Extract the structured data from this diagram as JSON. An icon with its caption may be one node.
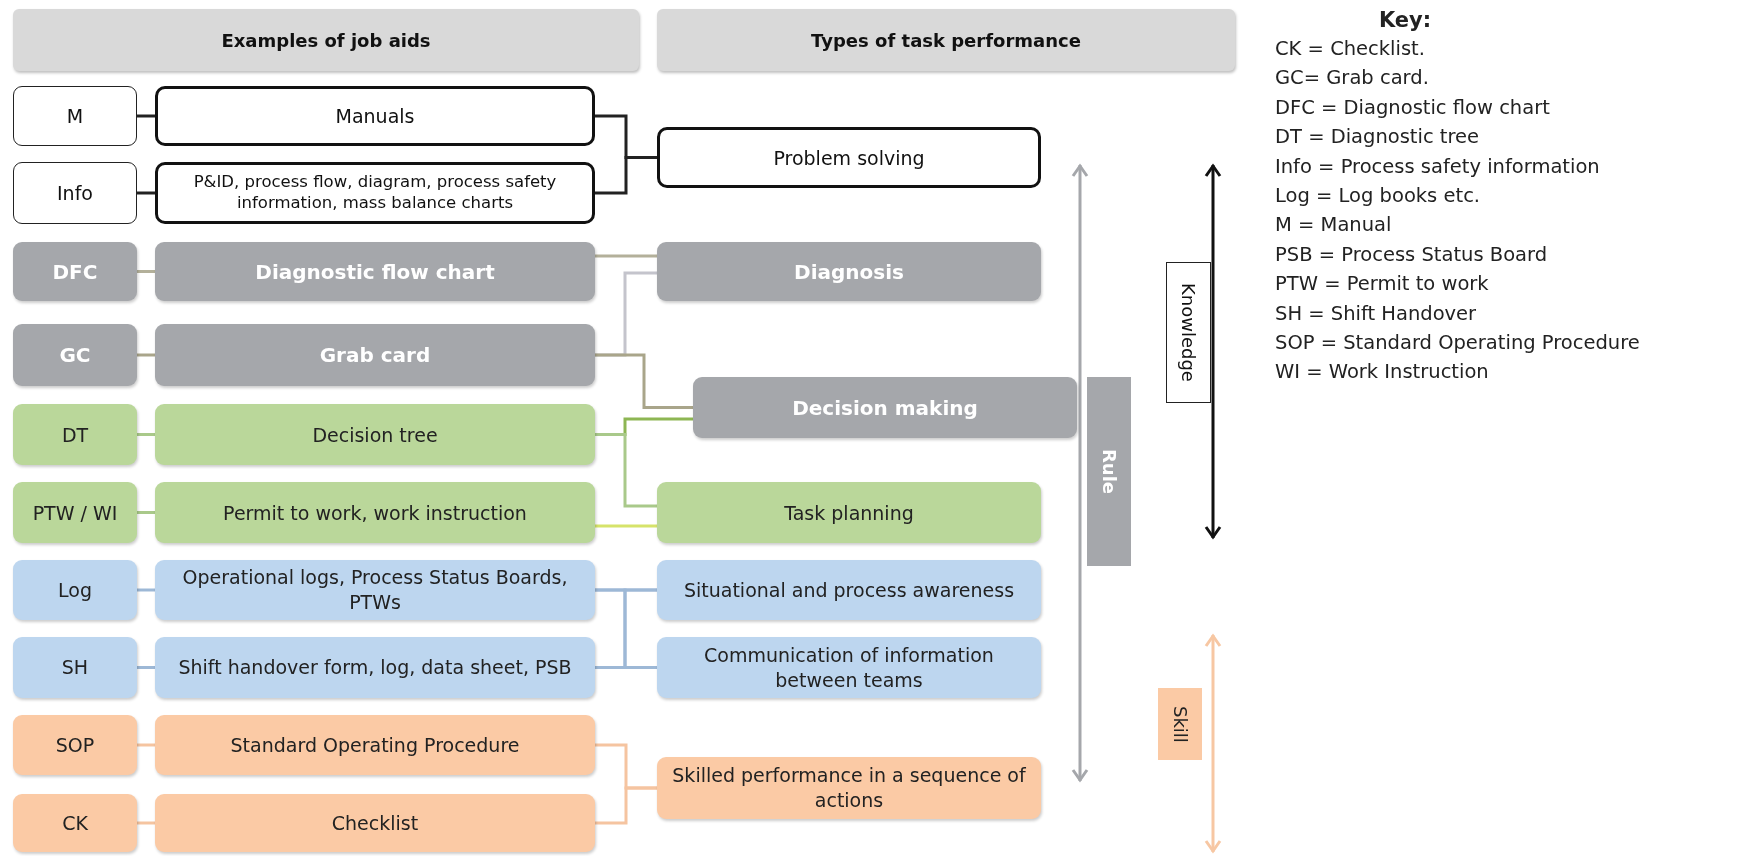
{
  "diagram": {
    "nodes": [
      {
        "text": [
          "Examples of job aids"
        ]
      },
      {
        "text": [
          "Types of task performance"
        ]
      },
      {
        "text": [
          "M"
        ]
      },
      {
        "text": [
          "Manuals"
        ]
      },
      {
        "text": [
          "Info"
        ]
      },
      {
        "text": [
          "P&ID, process flow, diagram, process safety information, mass balance charts"
        ]
      },
      {
        "text": [
          "Problem solving"
        ]
      },
      {
        "text": [
          "DFC"
        ]
      },
      {
        "text": [
          "Diagnostic flow chart"
        ]
      },
      {
        "text": [
          "Diagnosis"
        ]
      },
      {
        "text": [
          "GC"
        ]
      },
      {
        "text": [
          "Grab card"
        ]
      },
      {
        "text": [
          "Decision making"
        ]
      },
      {
        "text": [
          "DT"
        ]
      },
      {
        "text": [
          "Decision tree"
        ]
      },
      {
        "text": [
          "PTW / WI"
        ]
      },
      {
        "text": [
          "Permit to work, work instruction"
        ]
      },
      {
        "text": [
          "Task planning"
        ]
      },
      {
        "text": [
          "Log"
        ]
      },
      {
        "text": [
          "Operational logs, Process Status Boards, PTWs"
        ]
      },
      {
        "text": [
          "Situational and process awareness"
        ]
      },
      {
        "text": [
          "SH"
        ]
      },
      {
        "text": [
          "Shift handover form, log, data sheet, PSB"
        ]
      },
      {
        "text": [
          "Communication of information between teams"
        ]
      },
      {
        "text": [
          "SOP"
        ]
      },
      {
        "text": [
          "Standard Operating Procedure"
        ]
      },
      {
        "text": [
          "Skilled performance in a sequence of actions"
        ]
      },
      {
        "text": [
          "CK"
        ]
      },
      {
        "text": [
          "Checklist"
        ]
      },
      {
        "text": [
          "Knowledge"
        ]
      },
      {
        "text": [
          "Rule"
        ]
      },
      {
        "text": [
          "Skill"
        ]
      }
    ],
    "edges": [
      {
        "from": 2,
        "to": 3,
        "arrow": "none",
        "color": "#222222"
      },
      {
        "from": 4,
        "to": 5,
        "arrow": "none",
        "color": "#222222"
      },
      {
        "from": 3,
        "to": 6,
        "arrow": "none",
        "color": "#222222"
      },
      {
        "from": 5,
        "to": 6,
        "arrow": "none",
        "color": "#222222"
      },
      {
        "from": 7,
        "to": 8,
        "arrow": "none",
        "color": "#b3b09a"
      },
      {
        "from": 8,
        "to": 9,
        "arrow": "none",
        "color": "#b3b09a"
      },
      {
        "from": 10,
        "to": 11,
        "arrow": "none",
        "color": "#a9a58a"
      },
      {
        "from": 11,
        "to": 9,
        "arrow": "none",
        "color": "#c4c4cc"
      },
      {
        "from": 11,
        "to": 12,
        "arrow": "none",
        "color": "#a9a58a"
      },
      {
        "from": 13,
        "to": 14,
        "arrow": "none",
        "color": "#a9c98a"
      },
      {
        "from": 14,
        "to": 12,
        "arrow": "none",
        "color": "#8db653"
      },
      {
        "from": 14,
        "to": 17,
        "arrow": "none",
        "color": "#a9c98a"
      },
      {
        "from": 15,
        "to": 16,
        "arrow": "none",
        "color": "#a9c98a"
      },
      {
        "from": 16,
        "to": 17,
        "arrow": "none",
        "color": "#d6e36a"
      },
      {
        "from": 18,
        "to": 19,
        "arrow": "none",
        "color": "#9db8d6"
      },
      {
        "from": 19,
        "to": 20,
        "arrow": "none",
        "color": "#9db8d6"
      },
      {
        "from": 19,
        "to": 23,
        "arrow": "none",
        "color": "#9db8d6"
      },
      {
        "from": 21,
        "to": 22,
        "arrow": "none",
        "color": "#9db8d6"
      },
      {
        "from": 22,
        "to": 20,
        "arrow": "none",
        "color": "#9db8d6"
      },
      {
        "from": 22,
        "to": 23,
        "arrow": "none",
        "color": "#9db8d6"
      },
      {
        "from": 24,
        "to": 25,
        "arrow": "none",
        "color": "#f5c4a0"
      },
      {
        "from": 25,
        "to": 26,
        "arrow": "none",
        "color": "#f5c4a0"
      },
      {
        "from": 27,
        "to": 28,
        "arrow": "none",
        "color": "#f5c4a0"
      },
      {
        "from": 28,
        "to": 26,
        "arrow": "none",
        "color": "#f5c4a0"
      }
    ],
    "labels": [
      "Key:",
      "CK = Checklist.",
      "GC= Grab card.",
      "DFC = Diagnostic flow chart",
      "DT = Diagnostic tree",
      "Info = Process safety information",
      "Log = Log books etc.",
      "M = Manual",
      "PSB = Process Status Board",
      "PTW = Permit to work",
      "SH = Shift Handover",
      "SOP = Standard Operating Procedure",
      "WI = Work Instruction"
    ]
  }
}
